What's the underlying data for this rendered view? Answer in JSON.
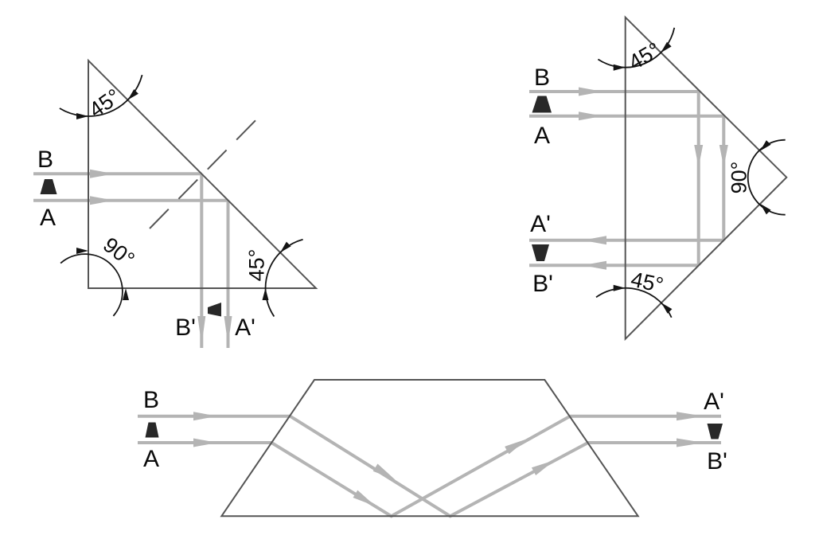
{
  "figure": {
    "left_prism": {
      "ray_in_top": "B",
      "ray_in_bottom": "A",
      "ray_out_left": "B'",
      "ray_out_right": "A'",
      "angle_apex": "45°",
      "angle_bottom_left": "90°",
      "angle_bottom_right": "45°"
    },
    "right_prism": {
      "ray_in_top": "B",
      "ray_in_bottom": "A",
      "ray_out_top": "A'",
      "ray_out_bottom": "B'",
      "angle_top": "45°",
      "angle_right": "90°",
      "angle_bottom": "45°"
    },
    "dove_prism": {
      "ray_in_top": "B",
      "ray_in_bottom": "A",
      "ray_out_top": "A'",
      "ray_out_bottom": "B'"
    }
  },
  "colors": {
    "ray": "#b4b4b4",
    "outline": "#555555",
    "annotation": "#141414",
    "marker": "#282828",
    "text": "#0a0a0a",
    "background": "#ffffff"
  }
}
